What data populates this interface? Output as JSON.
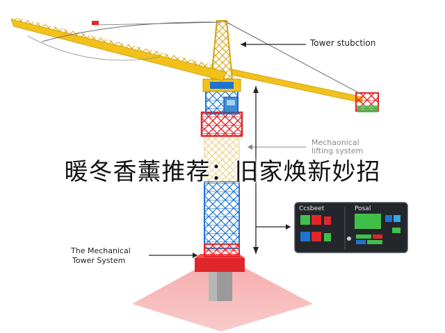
{
  "headline": "暖冬香薰推荐：旧家焕新妙招",
  "callouts": {
    "top_right": "Tower stubction",
    "middle_line1": "Mechaonical",
    "middle_line2": "lifting system",
    "bottom_left_line1": "The Mechanical",
    "bottom_left_line2": "Tower System"
  },
  "control_panel": {
    "left_title": "Ccsbeet",
    "right_title": "Posal"
  },
  "colors": {
    "boom": "#f2c21b",
    "mast_blue": "#1f73d2",
    "mast_red": "#e0262a",
    "base_pad": "#f48a8a",
    "panel_bg": "#23262b",
    "screen_green": "#3fbf4a"
  }
}
